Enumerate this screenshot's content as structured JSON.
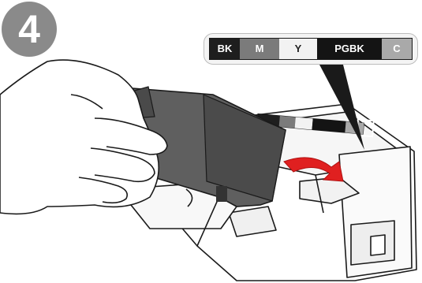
{
  "step_number": "4",
  "ink_label_strip": [
    {
      "text": "BK",
      "bg": "#1e1e1e",
      "fg": "#ffffff"
    },
    {
      "text": "M",
      "bg": "#7b7b7b",
      "fg": "#ffffff"
    },
    {
      "text": "Y",
      "bg": "#f2f2f2",
      "fg": "#222222"
    },
    {
      "text": "PGBK",
      "bg": "#141414",
      "fg": "#ffffff"
    },
    {
      "text": "C",
      "bg": "#a9a9a9",
      "fg": "#ffffff"
    }
  ],
  "colors": {
    "badge": "#8a8a8a",
    "cartridge": "#5f5f5f",
    "arrow": "#e02020",
    "outline": "#1a1a1a"
  },
  "icons": [
    "hand",
    "ink-cartridge",
    "printer-holder",
    "insert-arrow"
  ]
}
